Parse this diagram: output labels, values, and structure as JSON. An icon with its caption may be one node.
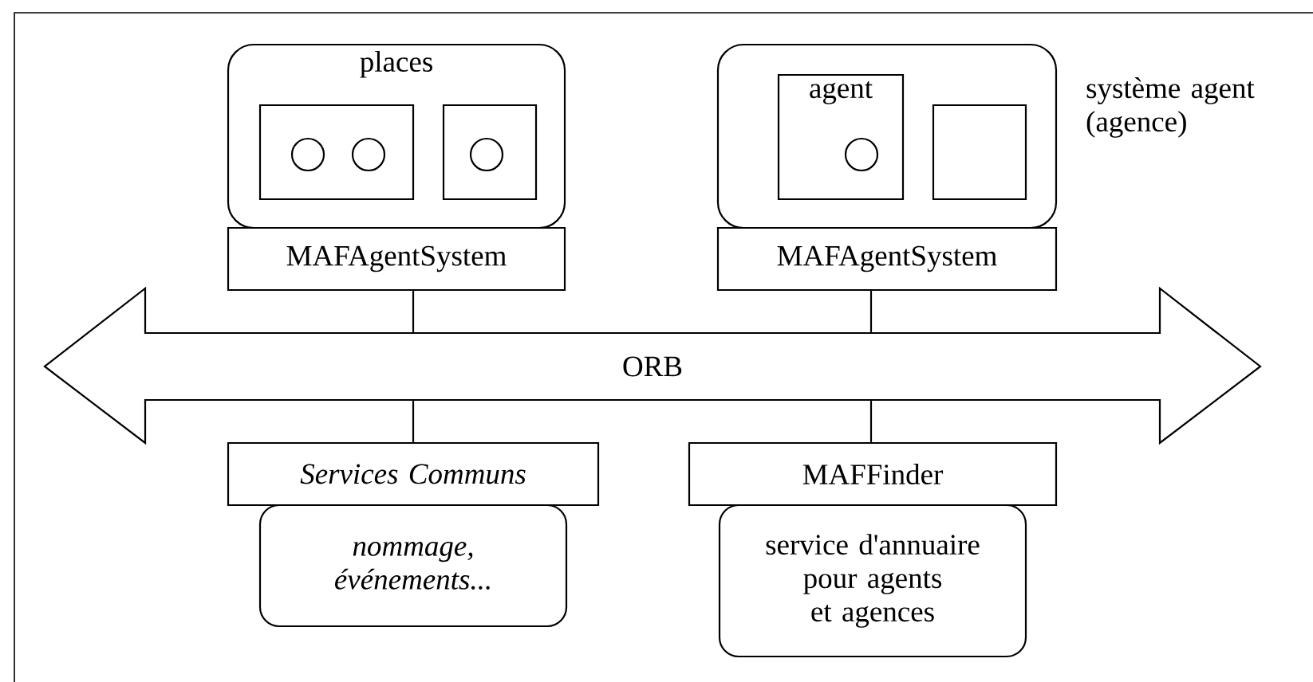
{
  "diagram": {
    "nodes": [
      {
        "text": [
          "places"
        ]
      },
      {
        "text": [],
        "shape": "box",
        "in": 0
      },
      {
        "text": [],
        "shape": "circle",
        "in": 1
      },
      {
        "text": [],
        "shape": "circle",
        "in": 1
      },
      {
        "text": [],
        "shape": "box",
        "in": 0
      },
      {
        "text": [],
        "shape": "circle",
        "in": 4
      },
      {
        "text": [
          "MAFAgentSystem"
        ]
      },
      {
        "text": [],
        "shape": "box",
        "beside": [
          "système agent (agence)"
        ]
      },
      {
        "text": [
          "agent"
        ],
        "in": 7
      },
      {
        "text": [],
        "shape": "circle",
        "in": 8
      },
      {
        "text": [],
        "shape": "box",
        "in": 7
      },
      {
        "text": [
          "MAFAgentSystem"
        ]
      },
      {
        "text": [
          "ORB"
        ]
      },
      {
        "text": [
          "Services Communs"
        ]
      },
      {
        "text": [
          "nommage, événements..."
        ]
      },
      {
        "text": [
          "MAFFinder"
        ]
      },
      {
        "text": [
          "service d'annuaire pour agents et agences"
        ]
      }
    ],
    "edges": [
      {
        "from": 6,
        "to": 12,
        "arrow": "none"
      },
      {
        "from": 11,
        "to": 12,
        "arrow": "none"
      },
      {
        "from": 12,
        "to": 13,
        "arrow": "none"
      },
      {
        "from": 12,
        "to": 15,
        "arrow": "none"
      }
    ]
  }
}
